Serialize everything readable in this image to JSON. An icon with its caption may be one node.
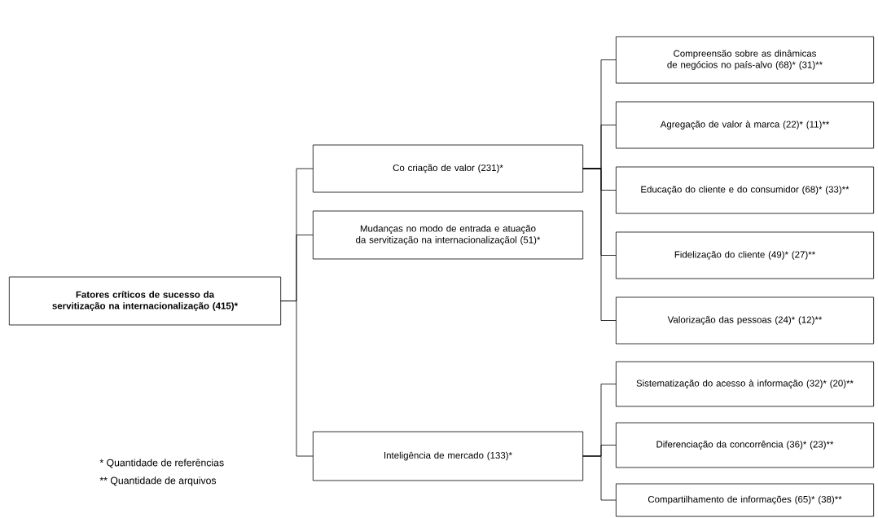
{
  "diagram": {
    "nodes": [
      {
        "text": [
          "Fatores críticos de sucesso da servitização na internacionalização (415)*"
        ]
      },
      {
        "text": [
          "Co criação de valor (231)*"
        ]
      },
      {
        "text": [
          "Mudanças no modo de entrada e atuação da servitização na internacionalizaçãol (51)*"
        ]
      },
      {
        "text": [
          "Inteligência de mercado (133)*"
        ]
      },
      {
        "text": [
          "Compreensão sobre as dinâmicas de negócios no país-alvo (68)* (31)**"
        ]
      },
      {
        "text": [
          "Agregação de valor à marca (22)* (11)**"
        ]
      },
      {
        "text": [
          "Educação do cliente e do consumidor (68)* (33)**"
        ]
      },
      {
        "text": [
          "Fidelização do cliente (49)* (27)**"
        ]
      },
      {
        "text": [
          "Valorização das pessoas (24)* (12)**"
        ]
      },
      {
        "text": [
          "Sistematização do acesso à informação (32)* (20)**"
        ]
      },
      {
        "text": [
          "Diferenciação da concorrência (36)* (23)**"
        ]
      },
      {
        "text": [
          "Compartilhamento de informações (65)* (38)**"
        ]
      }
    ],
    "edges": [
      {
        "from": 0,
        "to": 1,
        "arrow": "none"
      },
      {
        "from": 0,
        "to": 2,
        "arrow": "none"
      },
      {
        "from": 0,
        "to": 3,
        "arrow": "none"
      },
      {
        "from": 1,
        "to": 4,
        "arrow": "none"
      },
      {
        "from": 1,
        "to": 5,
        "arrow": "none"
      },
      {
        "from": 1,
        "to": 6,
        "arrow": "none"
      },
      {
        "from": 1,
        "to": 7,
        "arrow": "none"
      },
      {
        "from": 1,
        "to": 8,
        "arrow": "none"
      },
      {
        "from": 3,
        "to": 9,
        "arrow": "none"
      },
      {
        "from": 3,
        "to": 10,
        "arrow": "none"
      },
      {
        "from": 3,
        "to": 11,
        "arrow": "none"
      }
    ],
    "labels": [
      "* Quantidade de referências",
      "** Quantidade de arquivos"
    ]
  }
}
